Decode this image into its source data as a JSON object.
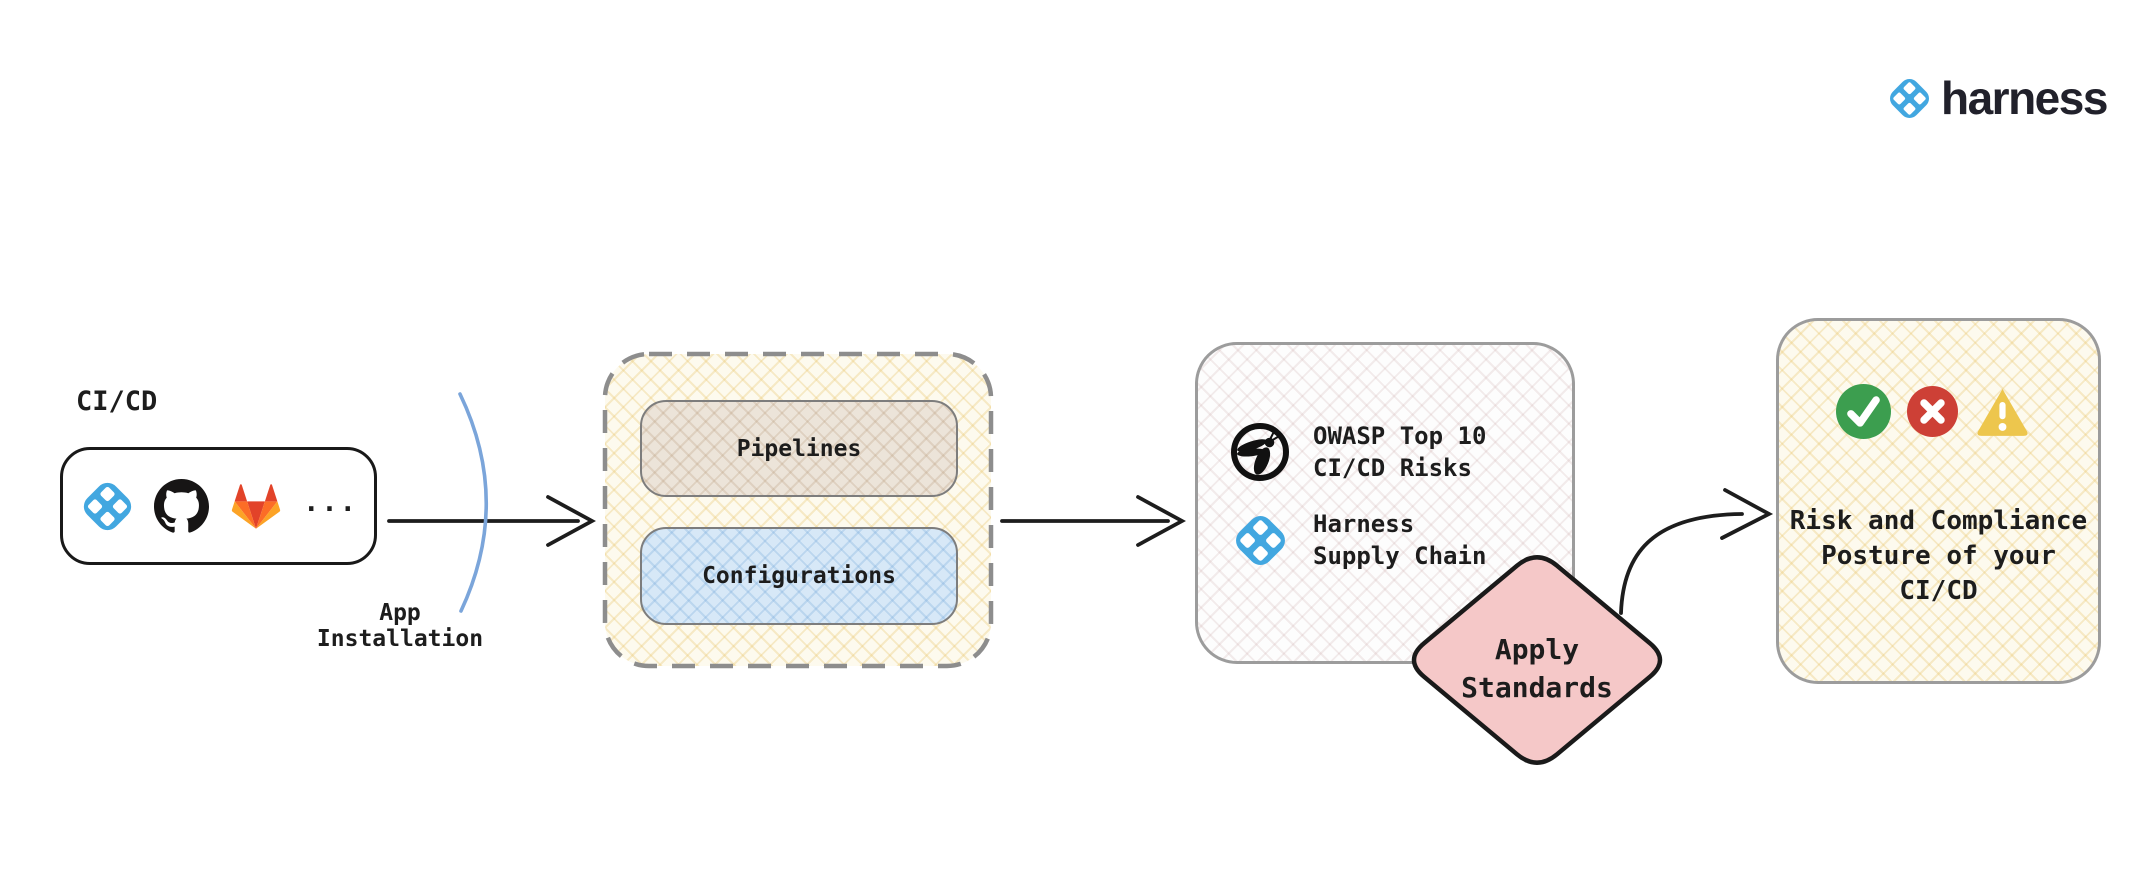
{
  "brand": {
    "wordmark": "harness"
  },
  "cicd_source": {
    "label": "CI/CD",
    "tools": [
      "harness",
      "github",
      "gitlab"
    ],
    "more_indicator": "..."
  },
  "app_installation": {
    "line1": "App",
    "line2": "Installation"
  },
  "platform": {
    "pipelines_label": "Pipelines",
    "configurations_label": "Configurations"
  },
  "standards": {
    "owasp": {
      "line1": "OWASP Top 10",
      "line2": "CI/CD Risks"
    },
    "harness_supply_chain": {
      "line1": "Harness",
      "line2": "Supply Chain"
    }
  },
  "apply_standards": {
    "line1": "Apply",
    "line2": "Standards"
  },
  "outcome": {
    "line1": "Risk and Compliance",
    "line2": "Posture of your",
    "line3": "CI/CD",
    "status_icons": [
      "check",
      "cross",
      "warning"
    ]
  },
  "icons": {
    "harness": "harness-logo-icon",
    "github": "github-icon",
    "gitlab": "gitlab-icon",
    "owasp": "owasp-wasp-icon",
    "check": "check-circle-icon",
    "cross": "x-circle-icon",
    "warning": "warning-triangle-icon"
  },
  "colors": {
    "harness_blue": "#42a7e0",
    "wordmark_dark": "#21212b",
    "diamond_pink": "#f5c8c8",
    "success_green": "#3c9e4f",
    "error_red": "#cd4036",
    "warning_yellow": "#edc64d",
    "arrow_black": "#1d1d1d",
    "arc_blue": "#7ba5da",
    "dashed_border_gray": "#8d8d8d",
    "box_border_gray": "#9c9c9c",
    "pipelines_fill": "#ece4d9",
    "configurations_fill": "#d7e8f7",
    "hatch_cream": "#fdfaee"
  }
}
